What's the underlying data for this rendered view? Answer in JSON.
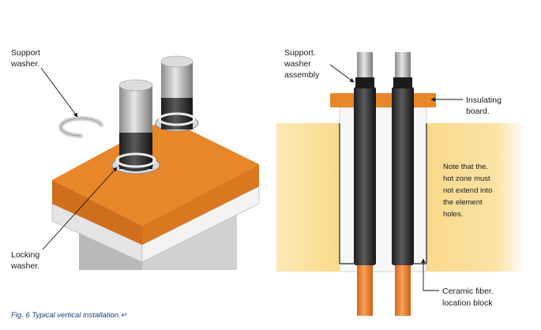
{
  "left_figure": {
    "support_washer_label": [
      "Support",
      "washer."
    ],
    "locking_washer_label": [
      "Locking",
      "washer."
    ]
  },
  "right_figure": {
    "support_washer_assembly_label": [
      "Support.",
      "washer",
      "assembly"
    ],
    "insulating_board_label": [
      "Insulating",
      "board."
    ],
    "note_label": [
      "Note that the.",
      "hot zone  must",
      "not extend into",
      "the element",
      "holes."
    ],
    "ceramic_fiber_label": [
      "Ceramic fiber.",
      "location block"
    ]
  },
  "caption": "Fig. 6 Typical vertical installation.↵",
  "colors": {
    "board_orange": "#e8862a",
    "element_dark": "#2a2a2a",
    "element_grey": "#b8b8b8",
    "hot_zone": "#f9d98a",
    "lead_orange": "#e77a1e"
  }
}
